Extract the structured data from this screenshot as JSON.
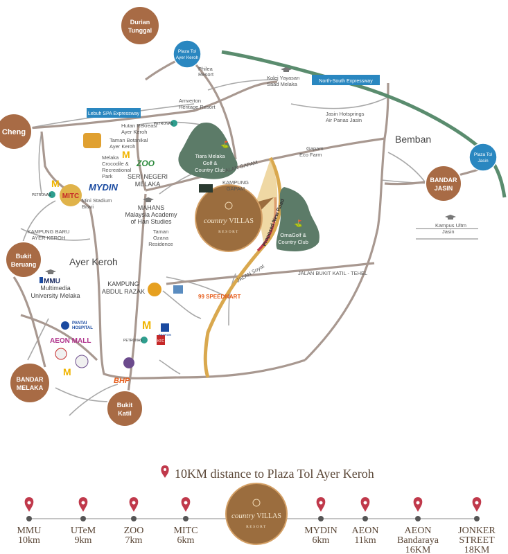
{
  "towns": {
    "durian_tunggal": [
      "Durian",
      "Tunggal"
    ],
    "cheng": "Cheng",
    "bukit_beruang": [
      "Bukit",
      "Beruang"
    ],
    "bandar_melaka": [
      "BANDAR",
      "MELAKA"
    ],
    "bukit_katil": [
      "Bukit",
      "Katil"
    ],
    "bandar_jasin": [
      "BANDAR",
      "JASIN"
    ]
  },
  "toll_plazas": {
    "ayer_keroh": [
      "Plaza Tol",
      "Ayer Keroh"
    ],
    "jasin": [
      "Plaza Tol",
      "Jasin"
    ]
  },
  "expressways": {
    "north_south": "North-South Expressway",
    "lebuh_spa": "Lebuh SPA Expressway"
  },
  "areas": {
    "ayer_keroh": "Ayer Keroh",
    "bemban": "Bemban",
    "seri_negeri": [
      "SERI NEGERI",
      "MELAKA"
    ],
    "kampung_abdul_razak": [
      "KAMPUNG",
      "ABDUL RAZAK"
    ],
    "kampung_gapam": [
      "KAMPUNG",
      "GAPAM"
    ],
    "kampung_baru": [
      "KAMPUNG BARU",
      "AYER KEROH"
    ]
  },
  "roads": {
    "jalan_gapam": "JALAN GAPAM",
    "jalan_bukit_katil": "JALAN BUKIT KATIL - TEHEL",
    "jalan_soyat": "JALAN Soyat",
    "proposed_new_road": "Proposed New Road"
  },
  "places": {
    "philea": [
      "Philea",
      "Resort"
    ],
    "kolej": [
      "Kolej Yayasan",
      "Saad Melaka"
    ],
    "amverton": [
      "Amverton",
      "Heritage Resort"
    ],
    "jasin_hotsprings": [
      "Jasin Hotsprings",
      "Air Panas Jasin"
    ],
    "gapam_eco": [
      "Gapam",
      "Eco Farm"
    ],
    "hutan": [
      "Hutan Rekreasi",
      "Ayer Keroh"
    ],
    "taman_botanikal": [
      "Taman Botanikal",
      "Ayer Keroh"
    ],
    "crocodile": [
      "Melaka",
      "Crocodile &",
      "Recreational",
      "Park"
    ],
    "mini_stadium": [
      "Mini Stadium",
      "Bitari"
    ],
    "mahans": [
      "MAHANS",
      "Malaysia Academy",
      "of Han Studies"
    ],
    "taman_ozana": [
      "Taman",
      "Ozana",
      "Residence"
    ],
    "multimedia_univ": [
      "Multimedia",
      "University Melaka"
    ],
    "kampus_ultm": [
      "Kampus Ultm",
      "Jasin"
    ],
    "tiara_golf": [
      "Tiara Melaka",
      "Golf &",
      "Country Club"
    ],
    "orna_golf": [
      "OrnaGolf &",
      "Country Club"
    ]
  },
  "brands": {
    "mydin": "MYDIN",
    "mitc": "MITC",
    "zoo": "ZOO",
    "mmu": "MMU",
    "aeon_mall": "AEON MALL",
    "petronas": "PETRONAS",
    "pantai": [
      "PANTAI",
      "HOSPITAL"
    ],
    "bhp": "BHP",
    "speedmart": "99 SPEEDMART",
    "petron": "PETRON",
    "mcd": "M",
    "kfc": "KFC"
  },
  "resort": {
    "name_a": "country",
    "name_b": "VILLAS",
    "sub": "RESORT"
  },
  "distance_header": "10KM distance to Plaza Tol Ayer Keroh",
  "timeline_left": [
    {
      "name": "MMU",
      "dist": "10km"
    },
    {
      "name": "UTeM",
      "dist": "9km"
    },
    {
      "name": "ZOO",
      "dist": "7km"
    },
    {
      "name": "MITC",
      "dist": "6km"
    }
  ],
  "timeline_right": [
    {
      "name": "MYDIN",
      "dist": "6km"
    },
    {
      "name": "AEON",
      "dist": "11km"
    },
    {
      "name": "AEON",
      "name2": "Bandaraya",
      "dist": "16KM"
    },
    {
      "name": "JONKER",
      "name2": "STREET",
      "dist": "18KM"
    }
  ],
  "colors": {
    "town": "#a86b45",
    "golf": "#5c7b68",
    "toll": "#2a87c0",
    "expressway": "#5a8c6e",
    "resort": "#9b6d3e",
    "pin": "#c0394b",
    "road_gold": "#d9a84e"
  }
}
